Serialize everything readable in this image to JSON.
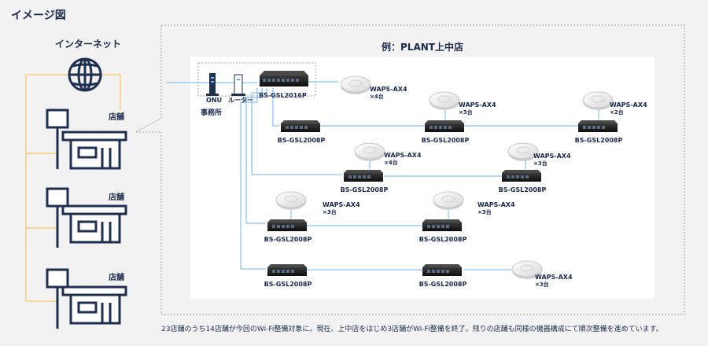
{
  "header": {
    "title": "イメージ図"
  },
  "left": {
    "internet_label": "インターネット",
    "store_labels": [
      "店舗",
      "店舗",
      "店舗"
    ]
  },
  "diagram": {
    "example_title": "例：PLANT上中店",
    "office": {
      "label": "事務所",
      "onu_label": "ONU",
      "router_label": "ルーター",
      "core_switch_label": "BS-GSL2016P"
    },
    "switches": [
      {
        "id": "r1a",
        "label": "BS-GSL2008P"
      },
      {
        "id": "r1b",
        "label": "BS-GSL2008P"
      },
      {
        "id": "r1c",
        "label": "BS-GSL2008P"
      },
      {
        "id": "r2a",
        "label": "BS-GSL2008P"
      },
      {
        "id": "r2b",
        "label": "BS-GSL2008P"
      },
      {
        "id": "r3a",
        "label": "BS-GSL2008P"
      },
      {
        "id": "r3b",
        "label": "BS-GSL2008P"
      },
      {
        "id": "r4a",
        "label": "BS-GSL2008P"
      },
      {
        "id": "r4b",
        "label": "BS-GSL2008P"
      }
    ],
    "access_points": [
      {
        "id": "ap0",
        "model": "WAPS-AX4",
        "count": "×4台"
      },
      {
        "id": "ap1",
        "model": "WAPS-AX4",
        "count": "×3台"
      },
      {
        "id": "ap2",
        "model": "WAPS-AX4",
        "count": "×2台"
      },
      {
        "id": "ap3",
        "model": "WAPS-AX4",
        "count": "×4台"
      },
      {
        "id": "ap4",
        "model": "WAPS-AX4",
        "count": "×3台"
      },
      {
        "id": "ap5",
        "model": "WAPS-AX4",
        "count": "×3台"
      },
      {
        "id": "ap6",
        "model": "WAPS-AX4",
        "count": "×3台"
      },
      {
        "id": "ap7",
        "model": "WAPS-AX4",
        "count": "×3台"
      }
    ]
  },
  "footer": {
    "note": "23店舗のうち14店舗が今回のWi-Fi整備対象に。現在、上中店をはじめ3店舗がWi-Fi整備を終了。残りの店舗も同様の機器構成にて順次整備を進めています。"
  },
  "colors": {
    "line_blue": "#6fb3e8",
    "line_orange": "#f3b945",
    "panel_bg": "#ffffff",
    "text": "#1a2a4a"
  }
}
